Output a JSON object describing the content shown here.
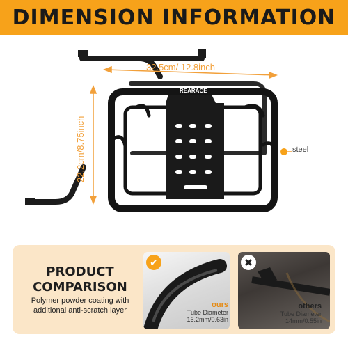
{
  "banner": {
    "title": "DIMENSION INFORMATION"
  },
  "product": {
    "brand": "REARACE",
    "width_label": "32.5cm/ 12.8inch",
    "height_label": "22.2cm/8.75inch",
    "material_label": "steel"
  },
  "comparison": {
    "title_line1": "PRODUCT",
    "title_line2": "COMPARISON",
    "description": "Polymer powder coating with additional anti-scratch layer",
    "ours": {
      "label": "ours",
      "caption": "Tube Diameter",
      "value": "16.2mm/0.63in",
      "icon": "check-icon"
    },
    "others": {
      "label": "others",
      "caption": "Tube Diameter",
      "value": "14mm/0.55in",
      "icon": "cross-icon"
    }
  },
  "colors": {
    "accent": "#f7a21a",
    "panel": "#fbe6c8"
  }
}
